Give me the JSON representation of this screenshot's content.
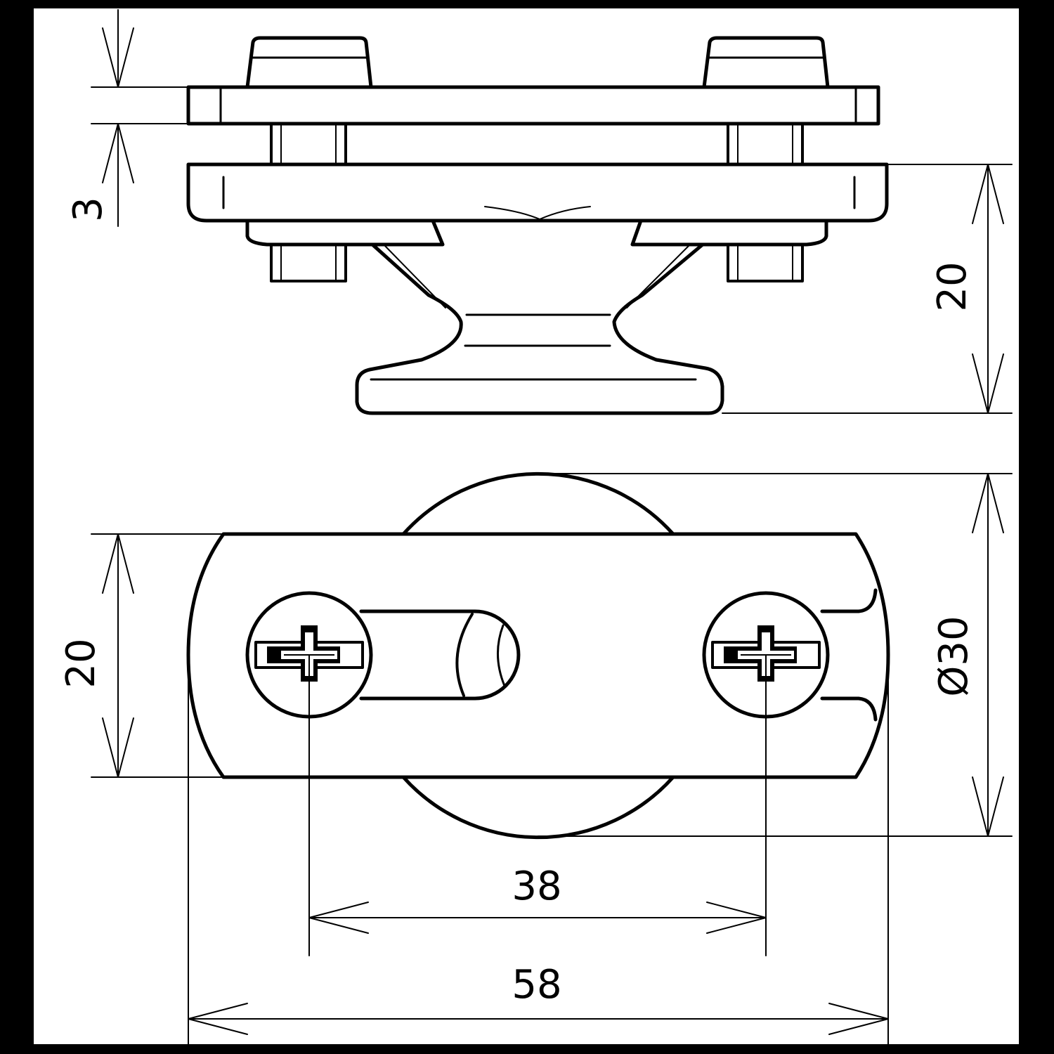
{
  "drawing": {
    "frame_color": "#000000",
    "paper_color": "#ffffff",
    "line_color": "#000000",
    "views": [
      "side-view",
      "top-view"
    ]
  },
  "dimensions": {
    "plate_thickness": "3",
    "side_height": "20",
    "plate_width": "20",
    "disc_diameter": "Ø30",
    "screw_spacing": "38",
    "overall_length": "58"
  }
}
